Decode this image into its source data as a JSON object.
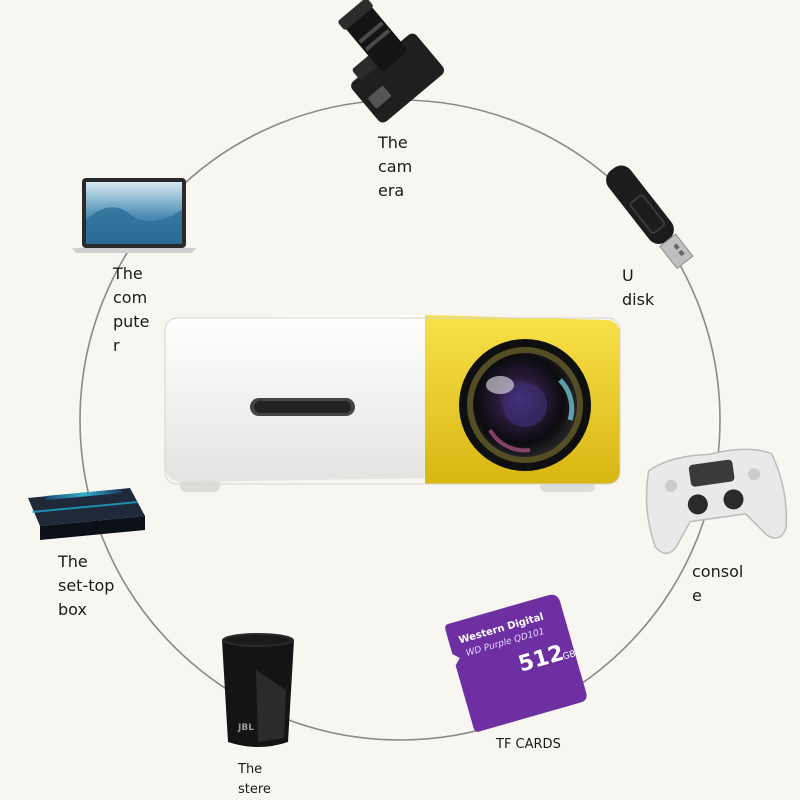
{
  "devices": {
    "camera": {
      "label": "The\ncam\nera",
      "icon": "camera-icon"
    },
    "usb": {
      "label": "U\ndisk",
      "icon": "usb-drive-icon"
    },
    "computer": {
      "label": "The\ncom\npute\nr",
      "icon": "laptop-icon"
    },
    "console": {
      "label": "consol\ne",
      "icon": "gamepad-icon"
    },
    "settop": {
      "label": "The\nset-top\nbox",
      "icon": "set-top-box-icon"
    },
    "tfcard": {
      "label": "TF CARDS",
      "icon": "sd-card-icon",
      "brand": "Western Digital",
      "model": "WD Purple QD101",
      "capacity": "512",
      "unit": "GB"
    },
    "stereo": {
      "label": "The\nstere",
      "icon": "speaker-icon",
      "brand": "JBL"
    }
  },
  "projector": {
    "icon": "mini-projector-icon",
    "body_color": "#f4f4f2",
    "accent_color": "#f2d32a"
  },
  "colors": {
    "background": "#f8f6f1",
    "circle": "#8a8a8a",
    "text": "#1a1a1a"
  }
}
